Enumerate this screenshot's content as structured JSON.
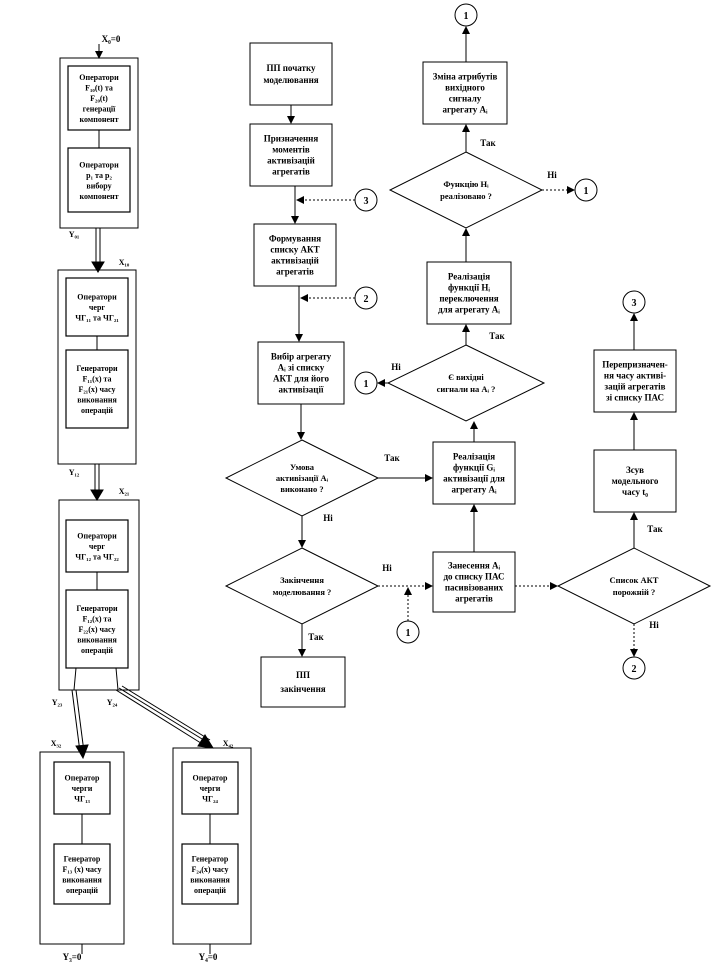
{
  "left_chain": {
    "x0": "X₀=0",
    "b1_op1": [
      "Оператори",
      "F₁₀(t) та",
      "F₂₀(t)",
      "генерації",
      "компонент"
    ],
    "b1_op2": [
      "Оператори",
      "p₁ та p₂",
      "вибору",
      "компонент"
    ],
    "y01": "Y₀₁",
    "x10": "X₁₀",
    "b2_op1": [
      "Оператори",
      "черг",
      "ЧГ₁₁ та ЧГ₂₁"
    ],
    "b2_op2": [
      "Генератори",
      "F₁₁(x) та",
      "F₂₁(x) часу",
      "виконання",
      "операцій"
    ],
    "y12": "Y₁₂",
    "x21": "X₂₁",
    "b3_op1": [
      "Оператори",
      "черг",
      "ЧГ₁₂ та ЧГ₂₂"
    ],
    "b3_op2": [
      "Генератори",
      "F₁₂(x) та",
      "F₂₂(x) часу",
      "виконання",
      "операцій"
    ],
    "y23": "Y₂₃",
    "y24": "Y₂₄",
    "x32": "X₃₂",
    "x42": "X₄₂",
    "b4_op1": [
      "Оператор",
      "черги",
      "ЧГ₁₃"
    ],
    "b4_op2": [
      "Генератор",
      "F₁₃ (x) часу",
      "виконання",
      "операцій"
    ],
    "b5_op1": [
      "Оператор",
      "черги",
      "ЧГ₂₄"
    ],
    "b5_op2": [
      "Генератор",
      "F₂₄(x) часу",
      "виконання",
      "операцій"
    ],
    "y3": "Y₃=0",
    "y4": "Y₄=0"
  },
  "flow": {
    "start": [
      "ПП початку",
      "моделювання"
    ],
    "assign": [
      "Призначення",
      "моментів",
      "активізацій",
      "агрегатів"
    ],
    "form": [
      "Формування",
      "списку АКТ",
      "активізацій",
      "агрегатів"
    ],
    "select": [
      "Вибір агрегату",
      "Aᵢ зі списку",
      "АКТ для його",
      "активізації"
    ],
    "cond": [
      "Умова",
      "активізації Aᵢ",
      "виконано ?"
    ],
    "end_q": [
      "Закінчення",
      "моделювання ?"
    ],
    "end": [
      "ПП",
      "закінчення"
    ],
    "realize_g": [
      "Реалізація",
      "функції Gᵢ",
      "активізації  для",
      "агрегату Aᵢ"
    ],
    "insert": [
      "Занесення Aᵢ",
      "до списку ПАС",
      "пасивізованих",
      "агрегатів"
    ],
    "out_sig": [
      "Є вихідні",
      "сигнали на Aᵢ ?"
    ],
    "realize_h": [
      "Реалізація",
      "функції Hᵢ",
      "переключення",
      "для агрегату Aᵢ"
    ],
    "h_done": [
      "Функцію Hᵢ",
      "реалізовано ?"
    ],
    "change": [
      "Зміна атрибутів",
      "вихідного",
      "сигналу",
      "агрегату Aᵢ"
    ],
    "akt_empty": [
      "Список АКТ",
      "порожній ?"
    ],
    "shift": [
      "Зсув",
      "модельного",
      "часу t₀"
    ],
    "recalc": [
      "Перепризначен-",
      "ня часу активі-",
      "зацій агрегатів",
      "зі списку ПАС"
    ],
    "yes": "Так",
    "no": "Ні",
    "c1": "1",
    "c2": "2",
    "c3": "3"
  }
}
